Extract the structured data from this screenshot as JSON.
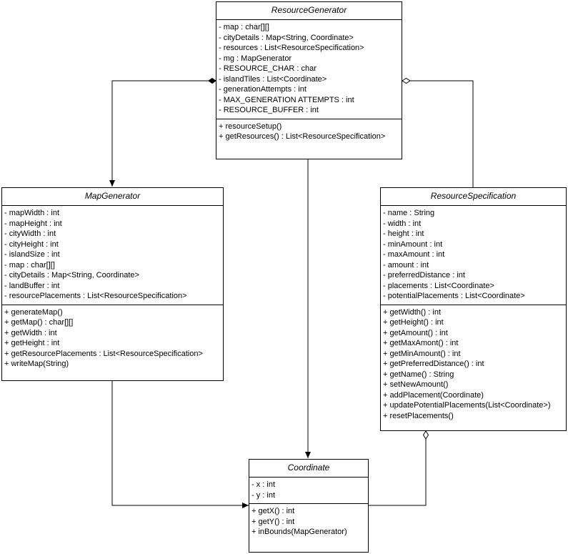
{
  "classes": {
    "resource_generator": {
      "name": "ResourceGenerator",
      "attributes": [
        "- map : char[][]",
        "- cityDetails : Map<String, Coordinate>",
        "- resources : List<ResourceSpecification>",
        "- mg : MapGenerator",
        "- RESOURCE_CHAR : char",
        "- islandTiles : List<Coordinate>",
        "- generationAttempts : int",
        "- MAX_GENERATION ATTEMPTS : int",
        "- RESOURCE_BUFFER : int"
      ],
      "methods": [
        "+ resourceSetup()",
        "+ getResources() : List<ResourceSpecification>"
      ]
    },
    "map_generator": {
      "name": "MapGenerator",
      "attributes": [
        "- mapWidth : int",
        "- mapHeight : int",
        "- cityWidth : int",
        "- cityHeight : int",
        "- islandSize : int",
        "- map : char[][]",
        "- cityDetails : Map<String, Coordinate>",
        "- landBuffer : int",
        "- resourcePlacements : List<ResourceSpecification>"
      ],
      "methods": [
        "+ generateMap()",
        "+ getMap() : char[][]",
        "+ getWidth : int",
        "+ getHeight : int",
        "+ getResourcePlacements : List<ResourceSpecification>",
        "+ writeMap(String)"
      ]
    },
    "resource_specification": {
      "name": "ResourceSpecification",
      "attributes": [
        "- name : String",
        "- width : int",
        "- height : int",
        "- minAmount : int",
        "- maxAmount : int",
        "- amount : int",
        "- preferredDistance : int",
        "- placements : List<Coordinate>",
        "- potentialPlacements : List<Coordinate>"
      ],
      "methods": [
        "+ getWidth() : int",
        "+ getHeight() : int",
        "+ getAmount() : int",
        "+ getMaxAmont() : int",
        "+ getMinAmount() : int",
        "+ getPreferredDistance() : int",
        "+ getName() : String",
        "+ setNewAmount()",
        "+ addPlacement(Coordinate)",
        "+ updatePotentialPlacements(List<Coordinate>)",
        "+ resetPlacements()"
      ]
    },
    "coordinate": {
      "name": "Coordinate",
      "attributes": [
        "- x : int",
        "- y : int"
      ],
      "methods": [
        "+ getX() : int",
        "+ getY() : int",
        "+ inBounds(MapGenerator)"
      ]
    }
  },
  "relationships": [
    {
      "from": "resource_generator",
      "to": "map_generator",
      "kind": "composition"
    },
    {
      "from": "resource_generator",
      "to": "resource_specification",
      "kind": "aggregation"
    },
    {
      "from": "resource_generator",
      "to": "coordinate",
      "kind": "association"
    },
    {
      "from": "map_generator",
      "to": "coordinate",
      "kind": "association"
    },
    {
      "from": "resource_specification",
      "to": "coordinate",
      "kind": "aggregation"
    }
  ]
}
